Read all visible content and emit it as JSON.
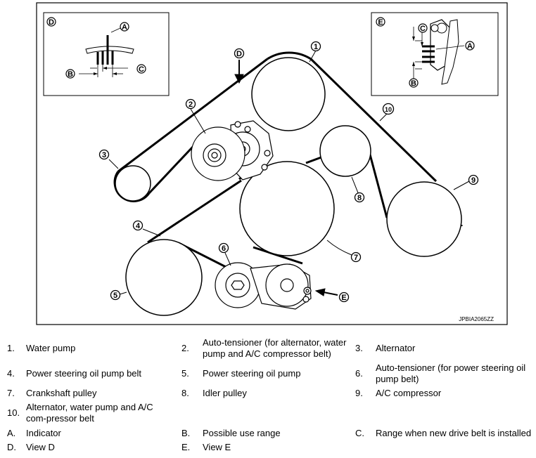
{
  "figure_code": "JPBIA2065ZZ",
  "callouts": {
    "c1": "1",
    "c2": "2",
    "c3": "3",
    "c4": "4",
    "c5": "5",
    "c6": "6",
    "c7": "7",
    "c8": "8",
    "c9": "9",
    "c10": "10",
    "d": "D",
    "e": "E"
  },
  "view_d": {
    "tag": "D",
    "a": "A",
    "b": "B",
    "c": "C"
  },
  "view_e": {
    "tag": "E",
    "a": "A",
    "b": "B",
    "c": "C"
  },
  "legend": [
    {
      "num": "1.",
      "text": "Water pump"
    },
    {
      "num": "2.",
      "text": "Auto-tensioner (for alternator, water pump and A/C compressor belt)"
    },
    {
      "num": "3.",
      "text": "Alternator"
    },
    {
      "num": "4.",
      "text": "Power steering oil pump belt"
    },
    {
      "num": "5.",
      "text": "Power steering oil pump"
    },
    {
      "num": "6.",
      "text": "Auto-tensioner (for power steering oil pump belt)"
    },
    {
      "num": "7.",
      "text": "Crankshaft pulley"
    },
    {
      "num": "8.",
      "text": "Idler pulley"
    },
    {
      "num": "9.",
      "text": "A/C compressor"
    },
    {
      "num": "10.",
      "text": "Alternator, water pump and A/C com-pressor belt"
    },
    {
      "num": "A.",
      "text": "Indicator"
    },
    {
      "num": "B.",
      "text": "Possible use range"
    },
    {
      "num": "C.",
      "text": "Range when new drive belt is installed"
    },
    {
      "num": "D.",
      "text": "View D"
    },
    {
      "num": "E.",
      "text": "View E"
    }
  ]
}
